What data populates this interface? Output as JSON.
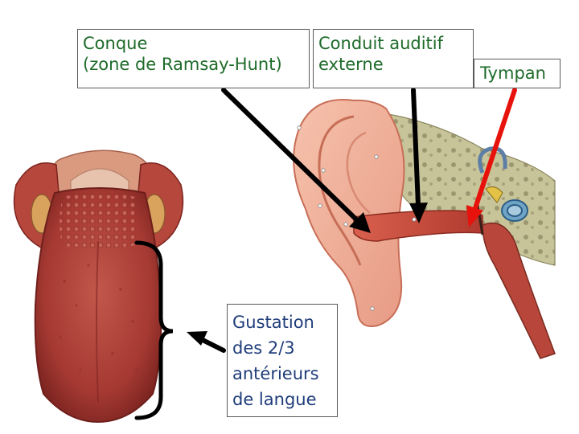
{
  "labels": {
    "concha": [
      "Conque",
      "(zone de Ramsay-Hunt)"
    ],
    "ear_canal": [
      "Conduit auditif",
      "externe"
    ],
    "eardrum": "Tympan",
    "taste": [
      "Gustation",
      "des 2/3",
      "antérieurs",
      "de langue"
    ]
  },
  "colors": {
    "label_text_green": "#1e6b2a",
    "label_text_blue": "#1f3d7a",
    "black_arrow": "#000000",
    "red_arrow": "#e8120c"
  }
}
